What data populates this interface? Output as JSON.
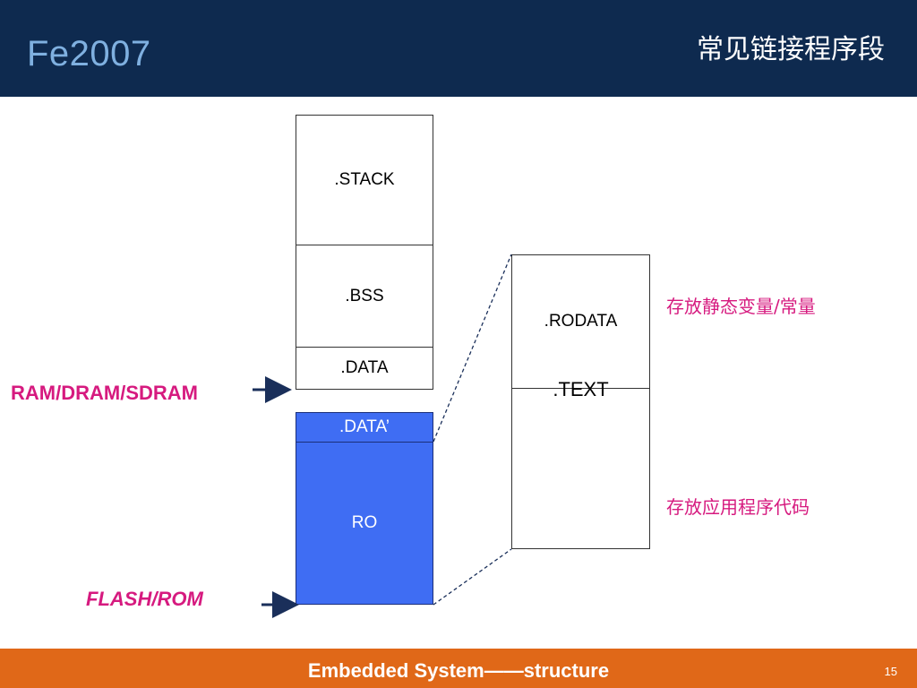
{
  "header": {
    "brand": "Fe2007",
    "title": "常见链接程序段"
  },
  "left_stack": {
    "stack": ".STACK",
    "bss": ".BSS",
    "data": ".DATA",
    "data_prime": ".DATA’",
    "ro": "RO"
  },
  "right_stack": {
    "rodata": ".RODATA",
    "text": ".TEXT"
  },
  "labels": {
    "ram": "RAM/DRAM/SDRAM",
    "flash": "FLASH/ROM"
  },
  "notes": {
    "rodata": "存放静态变量/常量",
    "text": "存放应用程序代码"
  },
  "footer": {
    "text": "Embedded System——structure",
    "page": "15"
  },
  "colors": {
    "header": "#0e2a4f",
    "footer": "#e06818",
    "ro_block": "#3f6df3",
    "accent_text": "#d61a7f"
  },
  "icons": {
    "arrow": "right-arrow-icon"
  }
}
